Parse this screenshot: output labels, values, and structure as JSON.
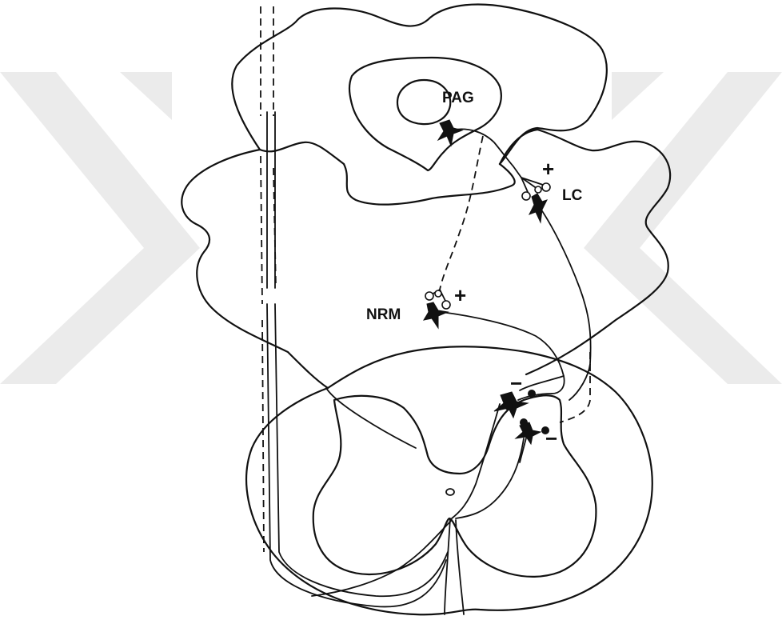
{
  "labels": {
    "pag": "PAG",
    "lc": "LC",
    "nrm": "NRM"
  },
  "signs": {
    "lc_sign": "+",
    "nrm_sign": "+",
    "dorsal_horn_upper_sign": "−",
    "dorsal_horn_lower_sign": "−"
  },
  "colors": {
    "line": "#111111",
    "background": "#ffffff",
    "watermark": "#ebebeb"
  }
}
